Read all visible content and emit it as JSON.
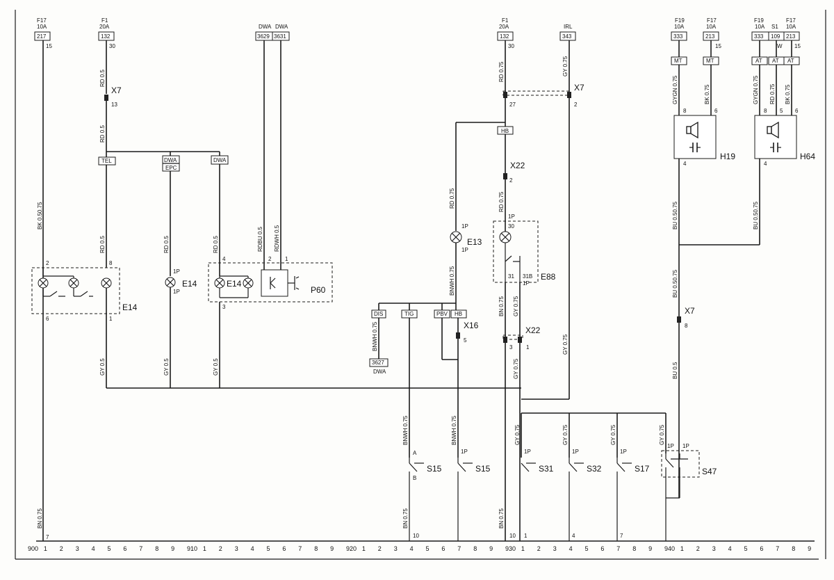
{
  "fuses": [
    {
      "name": "F17",
      "rating": "10A",
      "terminal": "217",
      "pin": "15"
    },
    {
      "name": "F1",
      "rating": "20A",
      "terminal": "132",
      "pin": "30"
    },
    {
      "name": "",
      "rating": "",
      "terminal": "3629",
      "pin": "",
      "group": "DWA"
    },
    {
      "name": "",
      "rating": "",
      "terminal": "3631",
      "pin": "",
      "group": "DWA"
    },
    {
      "name": "F1",
      "rating": "20A",
      "terminal": "132",
      "pin": "30"
    },
    {
      "name": "",
      "rating": "IRL",
      "terminal": "343",
      "pin": ""
    },
    {
      "name": "F19",
      "rating": "10A",
      "terminal": "333",
      "pin": ""
    },
    {
      "name": "F17",
      "rating": "10A",
      "terminal": "213",
      "pin": "15"
    },
    {
      "name": "F19",
      "rating": "10A",
      "terminal": "333",
      "pin": ""
    },
    {
      "name": "S1",
      "rating": "",
      "terminal": "109",
      "pin": "W"
    },
    {
      "name": "F17",
      "rating": "10A",
      "terminal": "213",
      "pin": "15"
    }
  ],
  "wire_labels": {
    "bk_050_75": "BK 0.50.75",
    "rd05": "RD 0.5",
    "rd075": "RD 0.75",
    "rdbu05": "RDBU 0.5",
    "rdwh05": "RDWH 0.5",
    "gy05": "GY 0.5",
    "gy075": "GY 0.75",
    "bnwh075": "BNWH 0.75",
    "bn075": "BN 0.75",
    "gygn075": "GYGN 0.75",
    "bk075": "BK 0.75",
    "bu_050_75": "BU 0.50.75",
    "bu05": "BU 0.5",
    "bnwh_075": "BNWH 0.75"
  },
  "tags": {
    "tel": "TEL",
    "dwa_top": "DWA",
    "dwa_bot": "EPC",
    "dwa": "DWA",
    "hb": "HB",
    "dis": "DIS",
    "tig": "TIG",
    "pbv": "PBV",
    "mt": "MT",
    "at": "AT",
    "dwa_txt": "DWA",
    "dwa_term": "3627"
  },
  "components": {
    "x7": "X7",
    "e14": "E14",
    "p60": "P60",
    "e13": "E13",
    "e88": "E88",
    "x22": "X22",
    "x16": "X16",
    "s15": "S15",
    "s31": "S31",
    "s32": "S32",
    "s17": "S17",
    "s47": "S47",
    "h19": "H19",
    "h64": "H64"
  },
  "pins": {
    "p1": "1",
    "p2": "2",
    "p3": "3",
    "p4": "4",
    "p5": "5",
    "p6": "6",
    "p7": "7",
    "p8": "8",
    "p10": "10",
    "p13": "13",
    "p27": "27",
    "p30": "30",
    "p31": "31",
    "p31b": "31B",
    "p1p": "1P",
    "pa": "A",
    "pb": "B"
  },
  "scale": {
    "labels": [
      "900",
      "1",
      "2",
      "3",
      "4",
      "5",
      "6",
      "7",
      "8",
      "9",
      "910",
      "1",
      "2",
      "3",
      "4",
      "5",
      "6",
      "7",
      "8",
      "9",
      "920",
      "1",
      "2",
      "3",
      "4",
      "5",
      "6",
      "7",
      "8",
      "9",
      "930",
      "1",
      "2",
      "3",
      "4",
      "5",
      "6",
      "7",
      "8",
      "9",
      "940",
      "1",
      "2",
      "3",
      "4",
      "5",
      "6",
      "7",
      "8",
      "9"
    ]
  }
}
